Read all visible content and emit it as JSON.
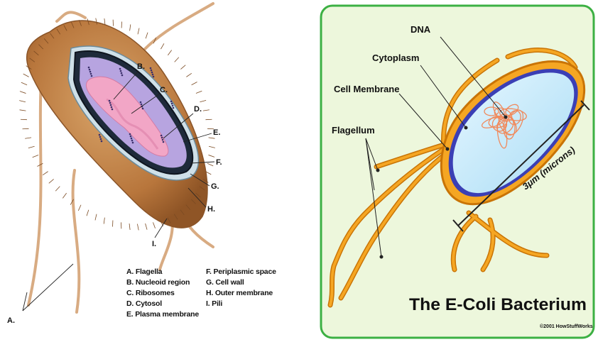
{
  "left_diagram": {
    "labels": {
      "A": "A.",
      "B": "B.",
      "C": "C.",
      "D": "D.",
      "E": "E.",
      "F": "F.",
      "G": "G.",
      "H": "H.",
      "I": "I."
    },
    "legend": [
      [
        "A. Flagella",
        "F. Periplasmic space"
      ],
      [
        "B. Nucleoid region",
        "G. Cell wall"
      ],
      [
        "C. Ribosomes",
        "H. Outer membrane"
      ],
      [
        "D. Cytosol",
        "I. Pili"
      ],
      [
        "E. Plasma membrane",
        ""
      ]
    ]
  },
  "right_diagram": {
    "labels": {
      "dna": "DNA",
      "cytoplasm": "Cytoplasm",
      "cell_membrane": "Cell Membrane",
      "flagellum": "Flagellum",
      "scale": "3μm (microns)"
    },
    "title": "The E-Coli Bacterium",
    "copyright": "©2001 HowStuffWorks",
    "colors": {
      "border": "#3cb043",
      "background": "#edf7dc",
      "flagella": "#f39c12",
      "cell": "#c8ecfb"
    }
  }
}
